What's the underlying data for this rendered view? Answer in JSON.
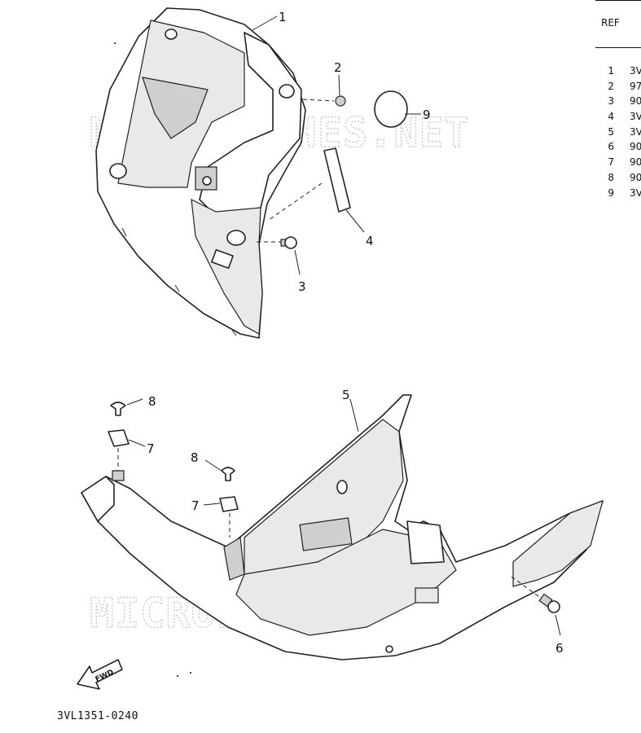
{
  "watermark": "MICROFICHES.NET",
  "callouts": {
    "c1": "1",
    "c2": "2",
    "c3": "3",
    "c4": "4",
    "c5": "5",
    "c6": "6",
    "c7a": "7",
    "c7b": "7",
    "c8a": "8",
    "c8b": "8",
    "c9": "9"
  },
  "ref_table": {
    "header": "REF",
    "rows": [
      {
        "num": "1",
        "code": "3V"
      },
      {
        "num": "2",
        "code": "97"
      },
      {
        "num": "3",
        "code": "90"
      },
      {
        "num": "4",
        "code": "3V"
      },
      {
        "num": "5",
        "code": "3V"
      },
      {
        "num": "6",
        "code": "90"
      },
      {
        "num": "7",
        "code": "90"
      },
      {
        "num": "8",
        "code": "90"
      },
      {
        "num": "9",
        "code": "3V"
      }
    ]
  },
  "fwd_label": "FWD",
  "diagram_code": "3VL1351-0240"
}
